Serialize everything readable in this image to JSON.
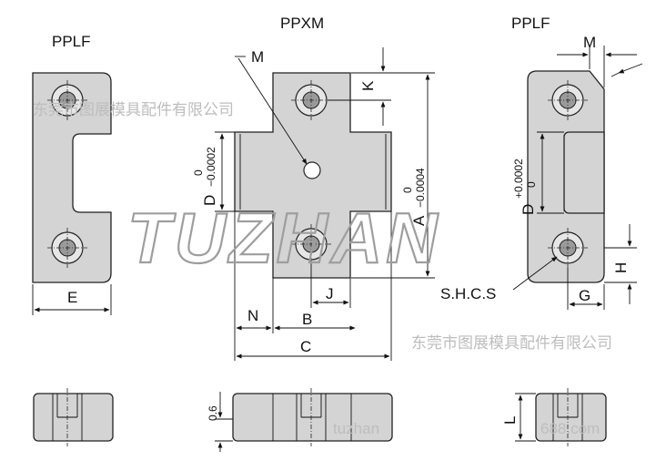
{
  "parts": {
    "left_title": "PPLF",
    "center_title": "PPXM",
    "right_title": "PPLF"
  },
  "dimensions": {
    "E": "E",
    "N": "N",
    "B": "B",
    "C": "C",
    "J": "J",
    "M_center": "M",
    "K": "K",
    "A": "A",
    "A_tol": "−0.0004",
    "A_zero": "0",
    "D_center": "D",
    "D_center_tol": "−0.0002",
    "D_center_zero": "0",
    "M_right": "M",
    "D_right": "D",
    "D_right_tol": "+0.0002",
    "D_right_zero": "0",
    "H": "H",
    "G": "G",
    "L": "L",
    "thickness_offset": "0.6",
    "shcs": "S.H.C.S"
  },
  "watermarks": {
    "company_top": "东莞市图展模具配件有限公司",
    "company_bottom": "东莞市图展模具配件有限公司",
    "brand": "TUZHAN",
    "site_left": "tuzhan",
    "site_right": "688.com"
  }
}
